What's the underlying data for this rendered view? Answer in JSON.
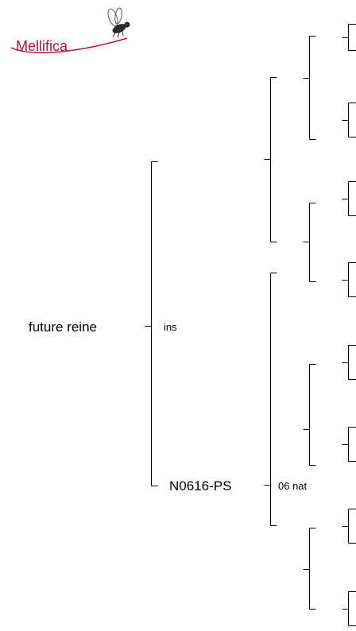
{
  "logo": {
    "text": "Mellifica"
  },
  "pedigree": {
    "root": "future reine",
    "sire": "ins",
    "dam": "N0616-PS",
    "dam_origin": "06 nat"
  },
  "colors": {
    "lines": "#000000",
    "logo_text": "#b3123a",
    "logo_swoosh": "#b3123a"
  }
}
